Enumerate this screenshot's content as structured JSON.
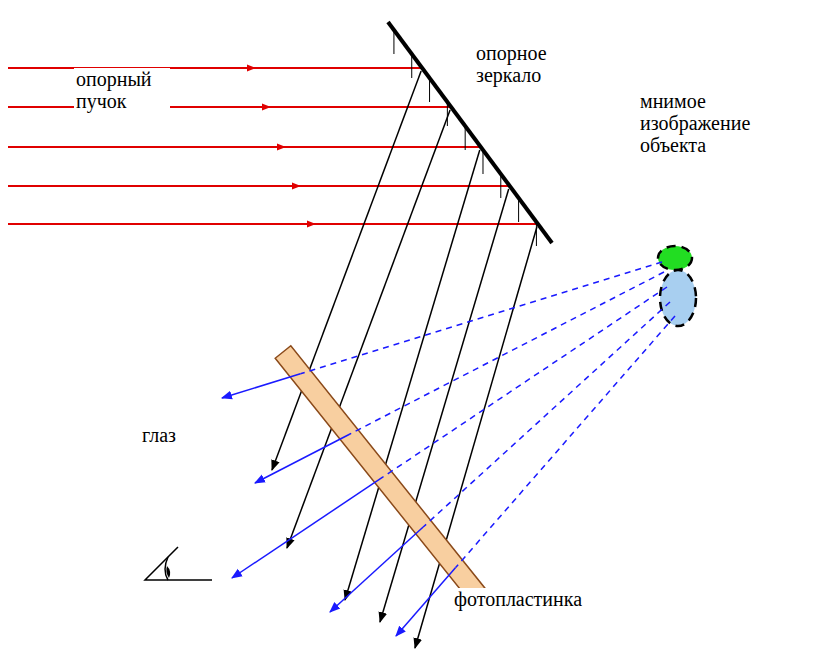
{
  "diagram": {
    "labels": [
      "опорный пучок",
      "опорное зеркало",
      "мнимое изображение объекта",
      "глаз",
      "фотопластинка"
    ]
  }
}
